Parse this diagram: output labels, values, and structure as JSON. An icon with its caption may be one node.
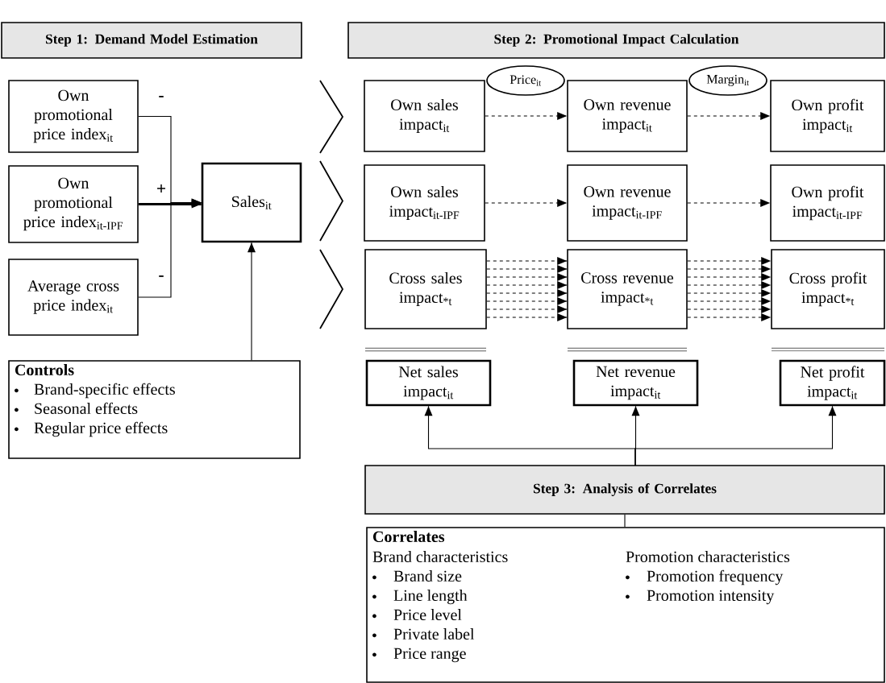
{
  "diagram": {
    "nodes": [
      {
        "text": [
          "Step 1: Demand Model Estimation"
        ]
      },
      {
        "text": [
          "Step 2:  Promotional Impact Calculation"
        ]
      },
      {
        "text": [
          "Own promotional price index$_{it}$"
        ]
      },
      {
        "text": [
          "Own promotional price index$_{it-IPF}$"
        ]
      },
      {
        "text": [
          "Average cross price index$_{it}$"
        ]
      },
      {
        "text": [
          "Sales$_{it}$"
        ]
      },
      {
        "text": [
          "Controls",
          "Brand-specific effects",
          "Seasonal effects",
          "Regular price effects"
        ]
      },
      {
        "text": [
          "Own sales impact$_{it}$"
        ]
      },
      {
        "text": [
          "Price$_{it}$"
        ]
      },
      {
        "text": [
          "Own revenue impact$_{it}$"
        ]
      },
      {
        "text": [
          "Margin$_{it}$"
        ]
      },
      {
        "text": [
          "Own profit impact$_{it}$"
        ]
      },
      {
        "text": [
          "Own sales impact$_{it-IPF}$"
        ]
      },
      {
        "text": [
          "Own revenue impact$_{it-IPF}$"
        ]
      },
      {
        "text": [
          "Own profit impact$_{it-IPF}$"
        ]
      },
      {
        "text": [
          "Cross sales impact$_{*t}$"
        ]
      },
      {
        "text": [
          "Cross revenue impact$_{*t}$"
        ]
      },
      {
        "text": [
          "Cross profit impact$_{*t}$"
        ]
      },
      {
        "text": [
          "Net sales impact$_{it}$"
        ]
      },
      {
        "text": [
          "Net revenue impact$_{it}$"
        ]
      },
      {
        "text": [
          "Net profit impact$_{it}$"
        ]
      },
      {
        "text": [
          "Step 3: Analysis of Correlates"
        ]
      },
      {
        "text": [
          "Correlates",
          "Brand characteristics",
          "Brand size",
          "Line length",
          "Price level",
          "Private label",
          "Price range",
          "Promotion characteristics",
          "Promotion frequency",
          "Promotion intensity"
        ]
      }
    ],
    "edges": [
      {
        "from": 2,
        "to": 5,
        "arrow": "to",
        "label": "-"
      },
      {
        "from": 3,
        "to": 5,
        "arrow": "to",
        "label": "+",
        "style": "thick"
      },
      {
        "from": 4,
        "to": 5,
        "arrow": "to",
        "label": "-"
      },
      {
        "from": 6,
        "to": 5,
        "arrow": "to"
      },
      {
        "from": 7,
        "to": 9,
        "arrow": "to",
        "style": "dashed"
      },
      {
        "from": 9,
        "to": 11,
        "arrow": "to",
        "style": "dashed"
      },
      {
        "from": 12,
        "to": 13,
        "arrow": "to",
        "style": "dashed"
      },
      {
        "from": 13,
        "to": 14,
        "arrow": "to",
        "style": "dashed"
      },
      {
        "from": 15,
        "to": 16,
        "arrow": "to",
        "style": "dashed"
      },
      {
        "from": 15,
        "to": 16,
        "arrow": "to",
        "style": "dashed"
      },
      {
        "from": 15,
        "to": 16,
        "arrow": "to",
        "style": "dashed"
      },
      {
        "from": 15,
        "to": 16,
        "arrow": "to",
        "style": "dashed"
      },
      {
        "from": 15,
        "to": 16,
        "arrow": "to",
        "style": "dashed"
      },
      {
        "from": 15,
        "to": 16,
        "arrow": "to",
        "style": "dashed"
      },
      {
        "from": 15,
        "to": 16,
        "arrow": "to",
        "style": "dashed"
      },
      {
        "from": 15,
        "to": 16,
        "arrow": "to",
        "style": "dashed"
      },
      {
        "from": 16,
        "to": 17,
        "arrow": "to",
        "style": "dashed"
      },
      {
        "from": 16,
        "to": 17,
        "arrow": "to",
        "style": "dashed"
      },
      {
        "from": 16,
        "to": 17,
        "arrow": "to",
        "style": "dashed"
      },
      {
        "from": 16,
        "to": 17,
        "arrow": "to",
        "style": "dashed"
      },
      {
        "from": 16,
        "to": 17,
        "arrow": "to",
        "style": "dashed"
      },
      {
        "from": 16,
        "to": 17,
        "arrow": "to",
        "style": "dashed"
      },
      {
        "from": 16,
        "to": 17,
        "arrow": "to",
        "style": "dashed"
      },
      {
        "from": 16,
        "to": 17,
        "arrow": "to",
        "style": "dashed"
      },
      {
        "from": 21,
        "to": 18,
        "arrow": "to"
      },
      {
        "from": 21,
        "to": 19,
        "arrow": "to"
      },
      {
        "from": 21,
        "to": 20,
        "arrow": "to"
      },
      {
        "from": 22,
        "to": 21,
        "arrow": "none"
      }
    ]
  }
}
